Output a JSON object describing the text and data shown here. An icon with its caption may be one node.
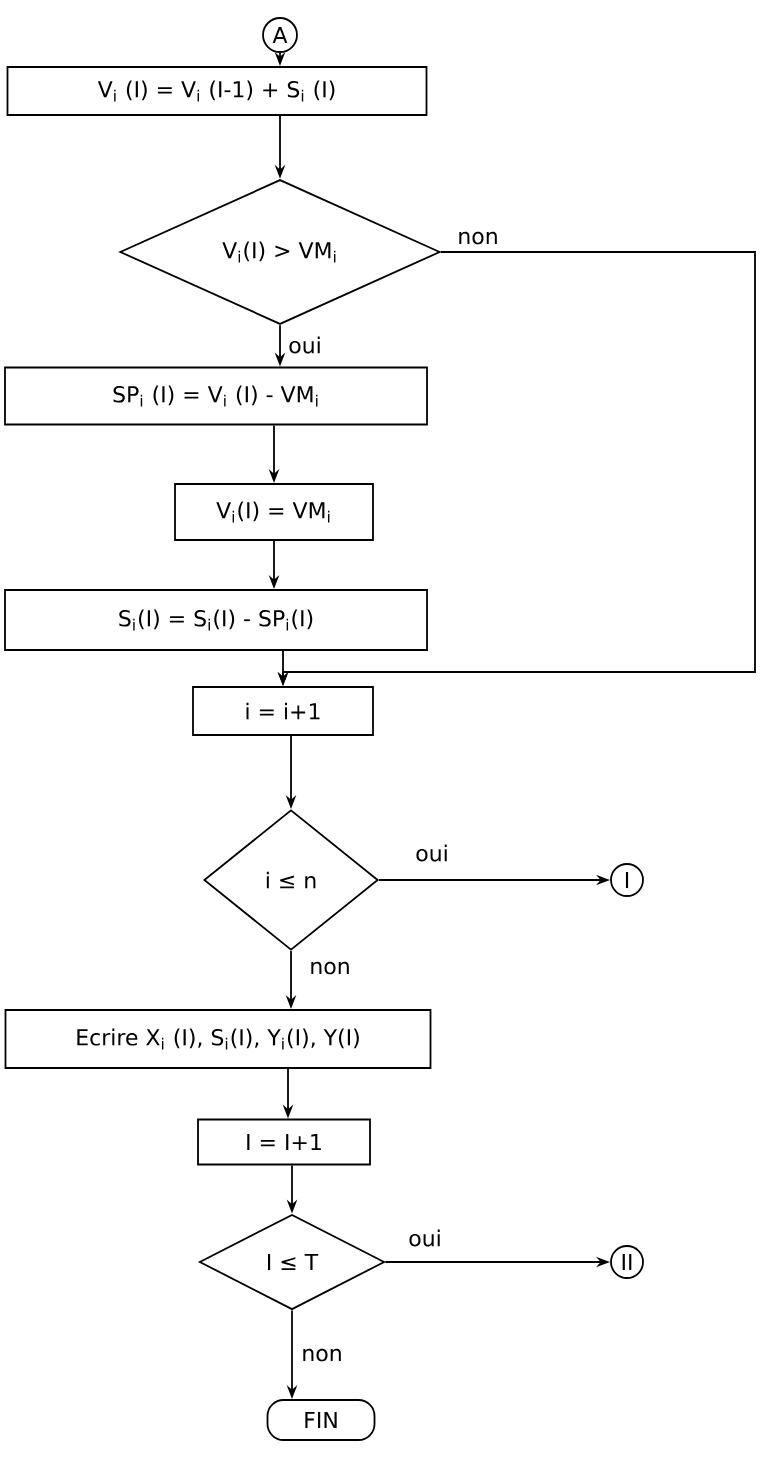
{
  "diagram": {
    "nodes": [
      {
        "text": [
          "A"
        ]
      },
      {
        "text": [
          "V$_{i}$ (I) = V$_{i}$ (I-1) + S$_{i}$ (I)"
        ]
      },
      {
        "text": [
          "V$_{i}$(I) > VM$_{i}$"
        ]
      },
      {
        "text": [
          "SP$_{i}$ (I) = V$_{i}$ (I) - VM$_{i}$"
        ]
      },
      {
        "text": [
          "V$_{i}$(I) = VM$_{i}$"
        ]
      },
      {
        "text": [
          "S$_{i}$(I) = S$_{i}$(I) - SP$_{i}$(I)"
        ]
      },
      {
        "text": [
          "i = i+1"
        ]
      },
      {
        "text": [
          "i ≤ n"
        ]
      },
      {
        "text": [
          "I"
        ]
      },
      {
        "text": [
          "Ecrire X$_{i}$ (I), S$_{i}$(I), Y$_{i}$(I), Y(I)"
        ]
      },
      {
        "text": [
          "I = I+1"
        ]
      },
      {
        "text": [
          "I ≤ T"
        ]
      },
      {
        "text": [
          "II"
        ]
      },
      {
        "text": [
          "FIN"
        ]
      }
    ],
    "edges": [
      {
        "from": 0,
        "to": 1,
        "arrow": "to"
      },
      {
        "from": 1,
        "to": 2,
        "arrow": "to"
      },
      {
        "from": 2,
        "to": 3,
        "arrow": "to",
        "label": "oui"
      },
      {
        "from": 3,
        "to": 4,
        "arrow": "to"
      },
      {
        "from": 4,
        "to": 5,
        "arrow": "to"
      },
      {
        "from": 5,
        "to": 6,
        "arrow": "to"
      },
      {
        "from": 2,
        "to": 6,
        "arrow": "to",
        "label": "non"
      },
      {
        "from": 6,
        "to": 7,
        "arrow": "to"
      },
      {
        "from": 7,
        "to": 8,
        "arrow": "to",
        "label": "oui"
      },
      {
        "from": 7,
        "to": 9,
        "arrow": "to",
        "label": "non"
      },
      {
        "from": 9,
        "to": 10,
        "arrow": "to"
      },
      {
        "from": 10,
        "to": 11,
        "arrow": "to"
      },
      {
        "from": 11,
        "to": 12,
        "arrow": "to",
        "label": "oui"
      },
      {
        "from": 11,
        "to": 13,
        "arrow": "to",
        "label": "non"
      }
    ]
  }
}
